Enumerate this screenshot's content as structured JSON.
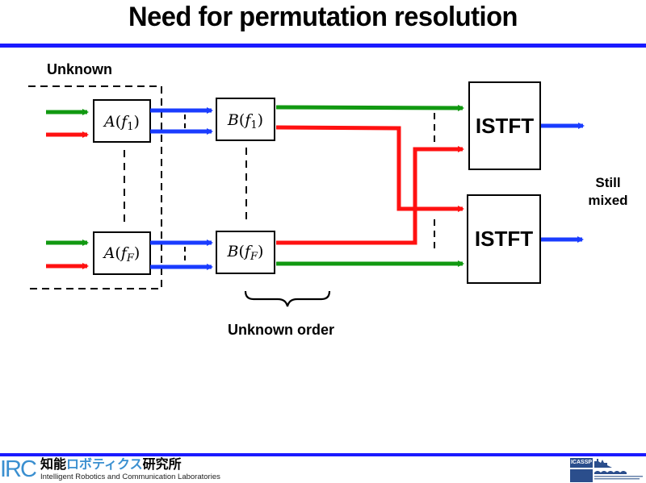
{
  "slide": {
    "title": "Need for permutation resolution"
  },
  "diagram": {
    "group_label": "Unknown",
    "order_label": "Unknown order",
    "output_label_line1": "Still",
    "output_label_line2": "mixed",
    "mixing_blocks": [
      {
        "fn": "A",
        "arg": "f",
        "sub": "1"
      },
      {
        "fn": "A",
        "arg": "f",
        "sub": "F"
      }
    ],
    "separation_blocks": [
      {
        "fn": "B",
        "arg": "f",
        "sub": "1"
      },
      {
        "fn": "B",
        "arg": "f",
        "sub": "F"
      }
    ],
    "istft_blocks": [
      {
        "label": "ISTFT"
      },
      {
        "label": "ISTFT"
      }
    ],
    "colors": {
      "source1": "#119911",
      "source2": "#ff1111",
      "mixed": "#1a3cff",
      "box": "#000000"
    }
  },
  "footer": {
    "logo_text": "IRC",
    "org_jp_part1": "知能",
    "org_jp_part2": "ロボティクス",
    "org_jp_part3": "研究所",
    "org_en": "Intelligent Robotics and Communication Laboratories",
    "conference_badge": "ICASSP"
  }
}
